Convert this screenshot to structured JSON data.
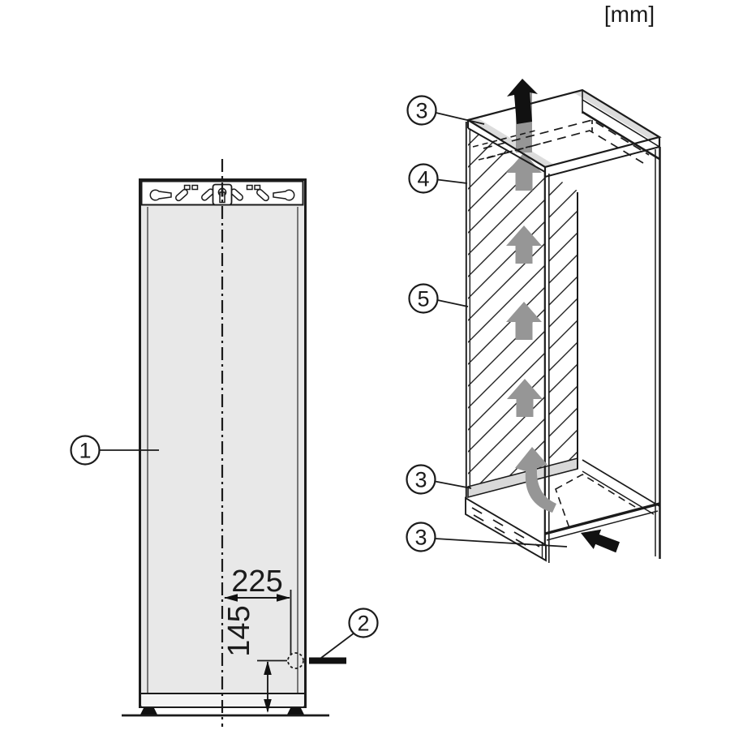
{
  "units_label": "[mm]",
  "front_view": {
    "description": "appliance front view with mounting bracket and mains connection position",
    "callouts": {
      "appliance": "1",
      "mains_connection": "2"
    },
    "dimensions": {
      "horizontal_mm": "225",
      "vertical_mm": "145"
    }
  },
  "iso_view": {
    "description": "housing unit with ventilation airflow",
    "callouts": {
      "top_vent": "3",
      "housing_front_edge": "4",
      "side_panel_section": "5",
      "bottom_vent": "3",
      "plinth_vent": "3"
    }
  },
  "icons": {
    "airflow_out_arrow": "black-up-arrow",
    "airflow_in_arrow": "black-diagonal-arrow",
    "airflow_channel_arrows": "gray-up-arrows",
    "airflow_turn_arrow": "gray-curved-arrow"
  },
  "colors": {
    "line": "#1b1b1b",
    "appliance_fill": "#e8e8e8",
    "kick_strip_fill": "#f4f4f4",
    "vent_strip_fill": "#d9d9d9",
    "gray_arrow": "#969696",
    "black_arrow": "#111111",
    "background": "#ffffff"
  }
}
